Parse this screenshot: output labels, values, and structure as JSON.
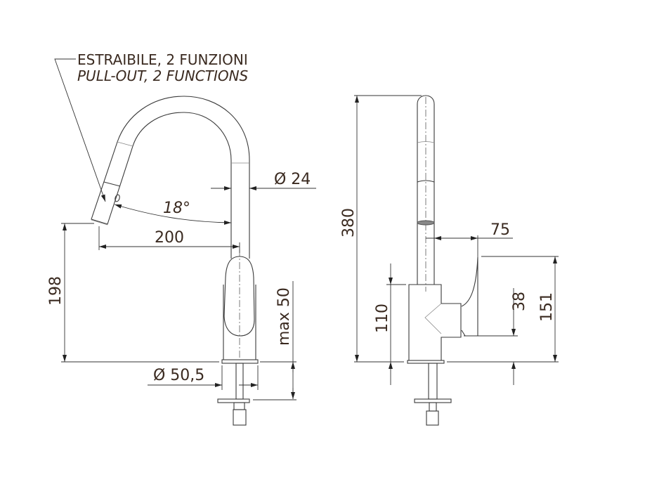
{
  "notes": {
    "line1": "ESTRAIBILE, 2 FUNZIONI",
    "line2": "PULL-OUT, 2 FUNCTIONS"
  },
  "front_view": {
    "angle": "18°",
    "diameter_spout": "Ø 24",
    "reach": "200",
    "spout_height": "198",
    "base_diameter": "Ø 50,5",
    "max_thickness": "max 50"
  },
  "side_view": {
    "total_height": "380",
    "handle_offset": "75",
    "handle_height": "151",
    "lever_height": "38",
    "body_height": "110"
  }
}
